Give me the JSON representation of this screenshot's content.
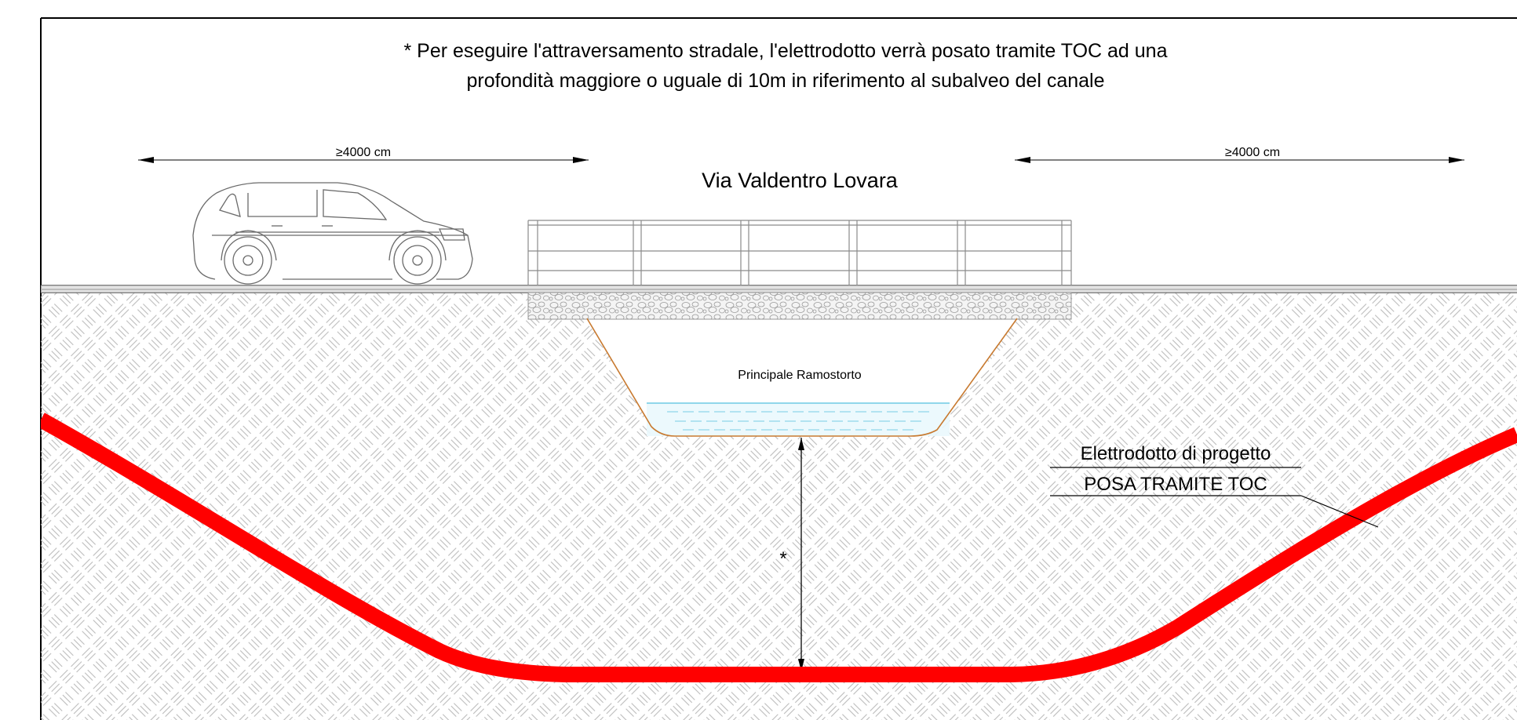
{
  "note": {
    "line1": "* Per eseguire l'attraversamento stradale, l'elettrodotto verrà posato tramite TOC ad una",
    "line2": "profondità maggiore o uguale di 10m in riferimento al subalveo del canale"
  },
  "road": {
    "name": "Via Valdentro Lovara"
  },
  "dimensions": {
    "left": "≥4000 cm",
    "right": "≥4000 cm"
  },
  "canal": {
    "name": "Principale Ramostorto"
  },
  "cable": {
    "label_line1": "Elettrodotto di progetto",
    "label_line2": "POSA TRAMITE TOC",
    "color": "#ff0000"
  },
  "depth_marker": "*",
  "colors": {
    "canal_bank": "#c87a30",
    "water": "#9fdcec",
    "hatch": "#c8c8c8",
    "frame": "#000000"
  }
}
